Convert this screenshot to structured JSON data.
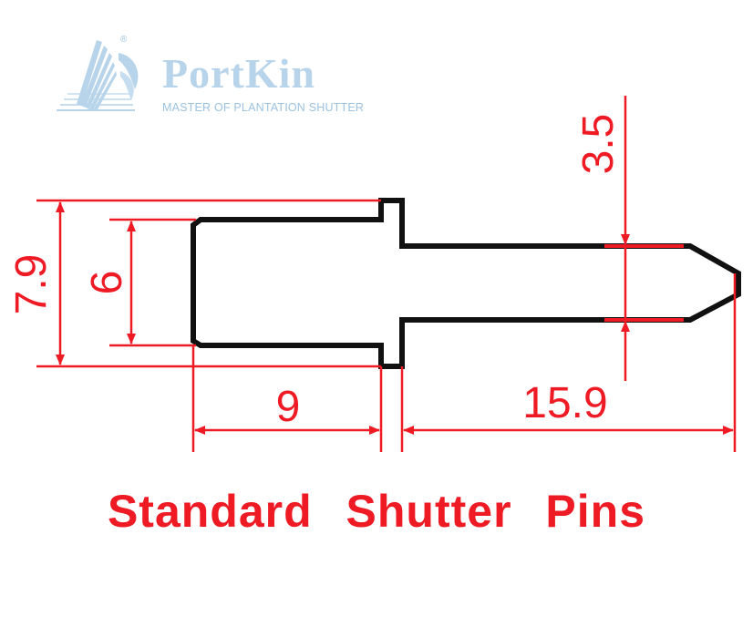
{
  "brand": {
    "name": "PortKin",
    "tagline": "MASTER OF PLANTATION SHUTTER",
    "registered_mark": "®"
  },
  "dimensions": {
    "overall_height": "7.9",
    "head_height": "6",
    "head_length": "9",
    "pin_length": "15.9",
    "pin_diameter": "3.5"
  },
  "caption": "Standard Shutter Pins",
  "colors": {
    "dimension": "#ee1b24",
    "outline": "#111111",
    "logo": "#b7d4ea"
  }
}
